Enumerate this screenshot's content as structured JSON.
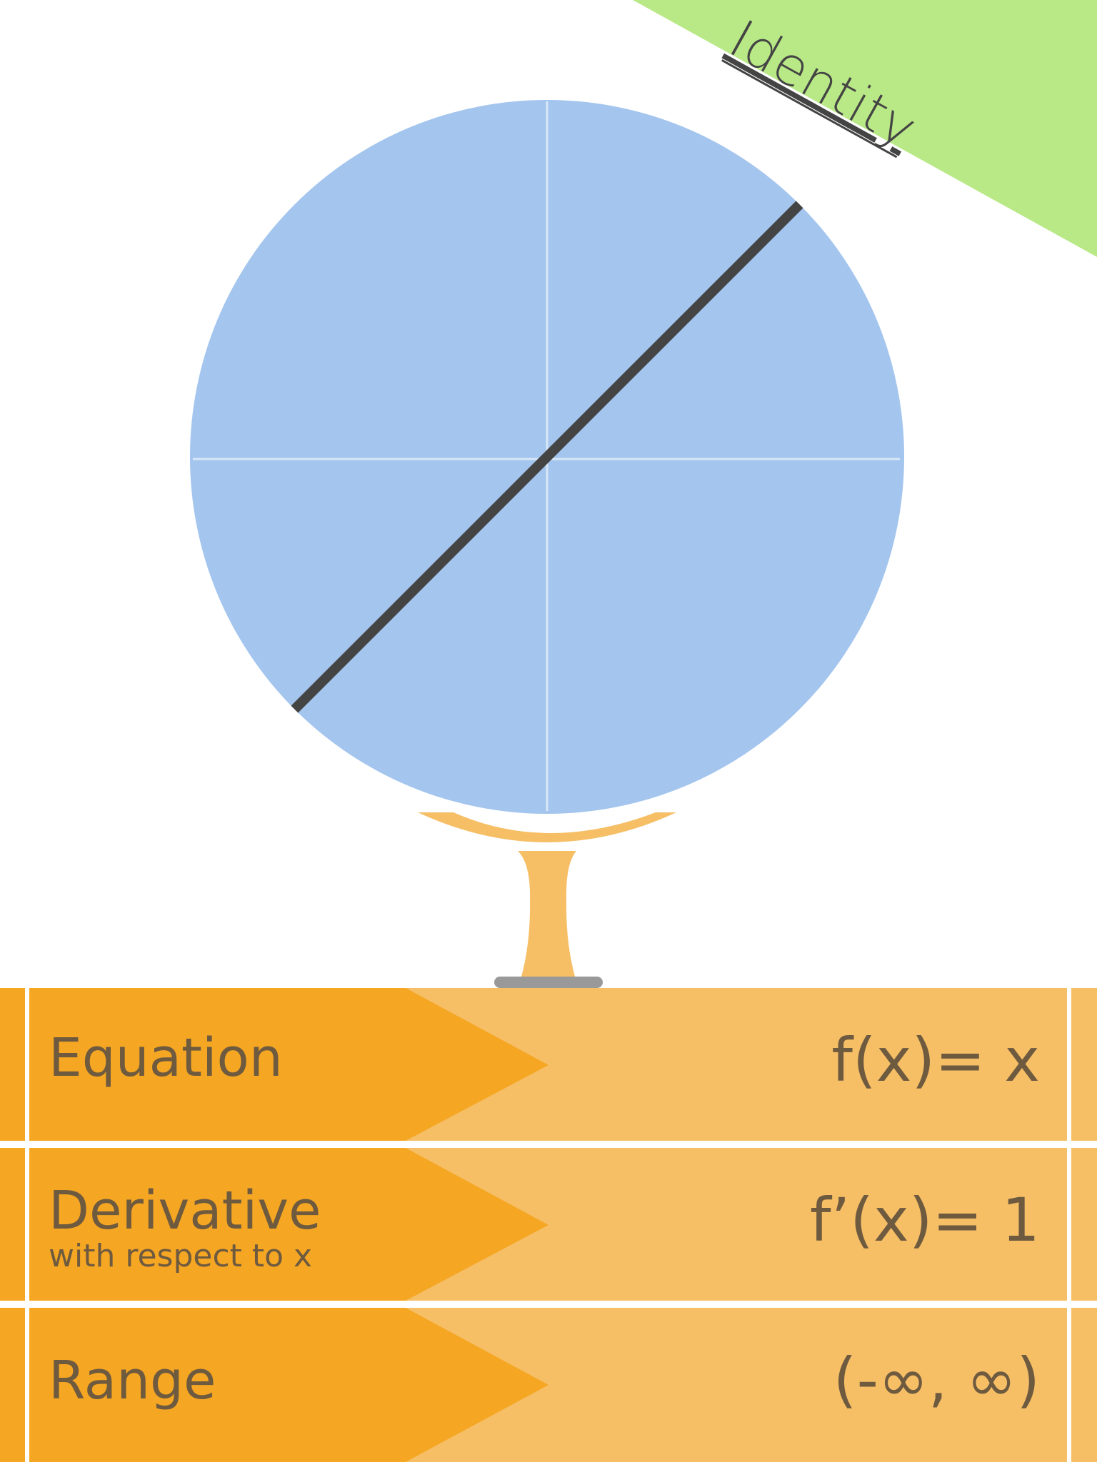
{
  "card": {
    "title": "Identity",
    "colors": {
      "badge": "#b8e986",
      "plot_face": "#a3c5ee",
      "plot_line": "#444444",
      "stand": "#f6bf66",
      "stand_base": "#999999",
      "row_label_bg": "#f5a623",
      "row_value_bg": "#f6bf66",
      "text": "#6e5a3f"
    }
  },
  "chart_data": {
    "type": "line",
    "function": "identity",
    "series": [
      {
        "x": [
          -1,
          1
        ],
        "y": [
          -1,
          1
        ]
      }
    ],
    "xlim": [
      -1,
      1
    ],
    "ylim": [
      -1,
      1
    ],
    "axes_visible": true,
    "grid": false
  },
  "rows": [
    {
      "label": "Equation",
      "sublabel": "",
      "value": "f(x)= x"
    },
    {
      "label": "Derivative",
      "sublabel": "with respect to x",
      "value": "f’(x)= 1"
    },
    {
      "label": "Range",
      "sublabel": "",
      "value": "(-∞, ∞)"
    }
  ]
}
